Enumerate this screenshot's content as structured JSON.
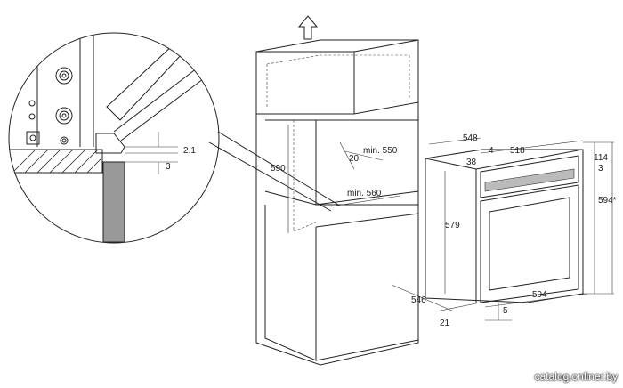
{
  "dimensions": {
    "d_2_1": "2.1",
    "d_3_detail": "3",
    "d_590": "590",
    "d_20": "20",
    "d_min550": "min. 550",
    "d_min560": "min. 560",
    "d_548": "548",
    "d_4": "4",
    "d_518": "518",
    "d_38": "38",
    "d_579": "579",
    "d_114": "114",
    "d_3_right": "3",
    "d_594_star": "594*",
    "d_546": "546",
    "d_594": "594",
    "d_5": "5",
    "d_21": "21"
  },
  "watermark": "catalog.onliner.by",
  "icons": {
    "up_arrow": "up-arrow-icon"
  }
}
